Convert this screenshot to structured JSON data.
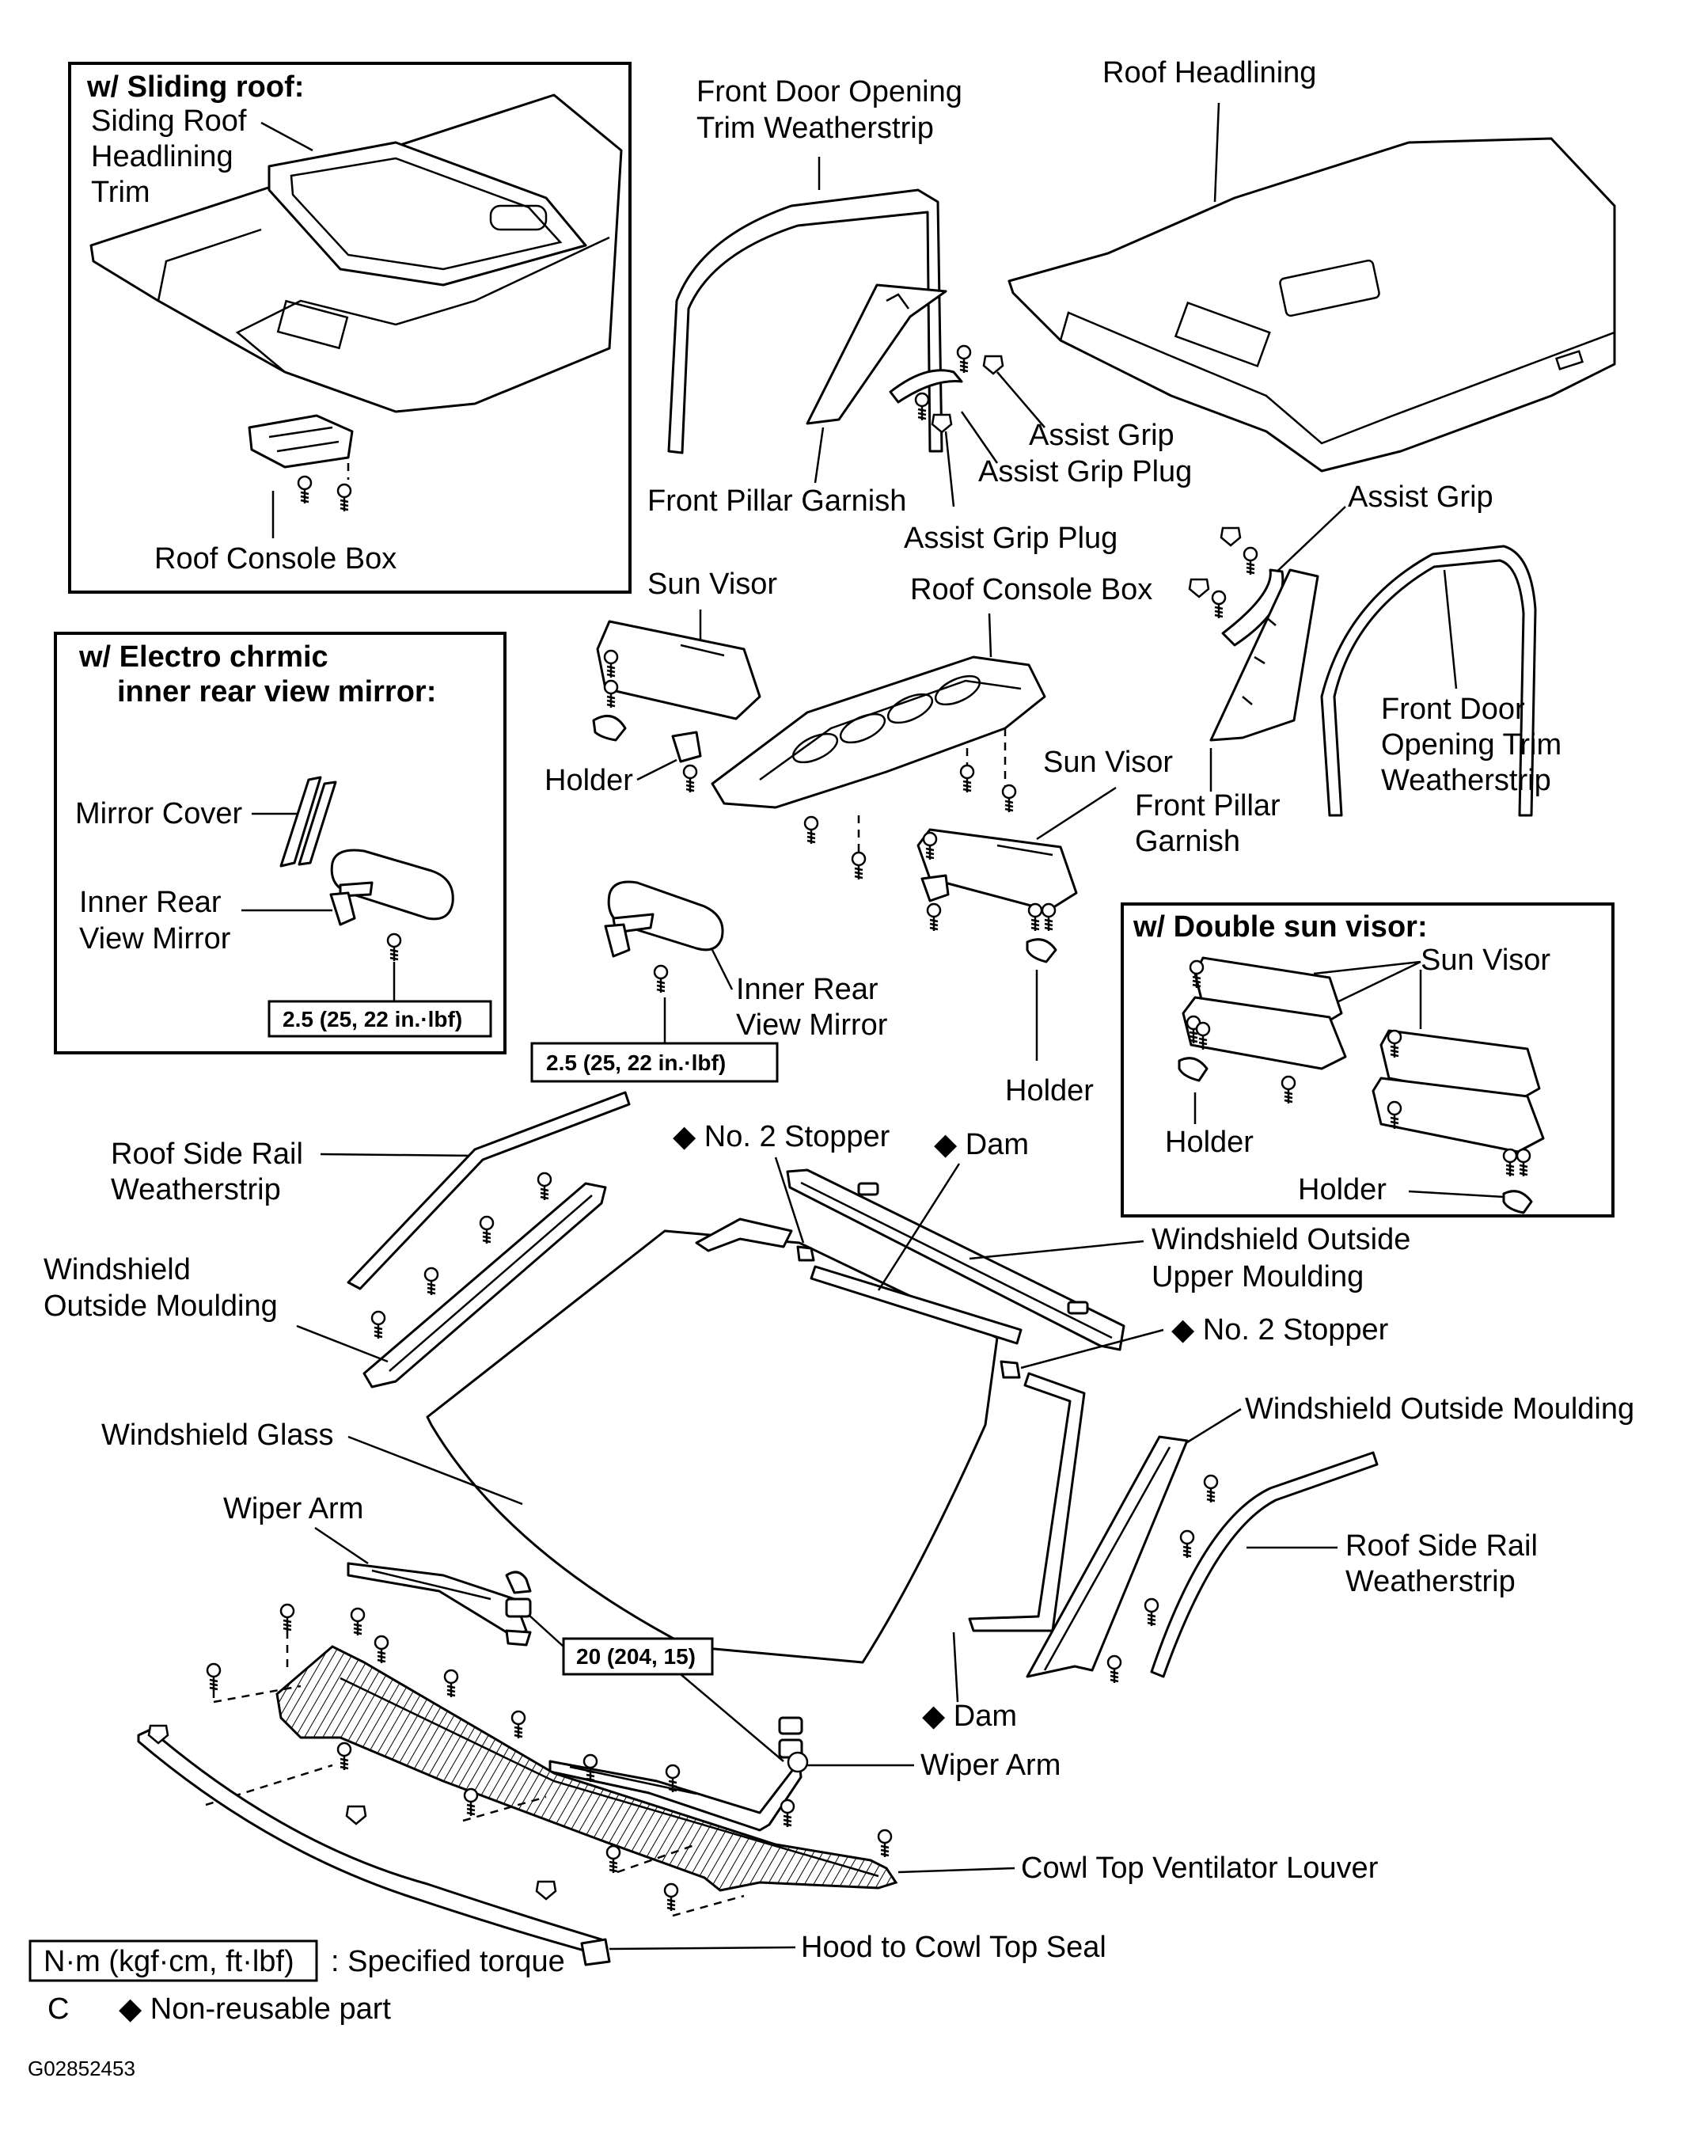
{
  "diagram_code": "G02852453",
  "insets": {
    "sliding_roof": {
      "header": "w/ Sliding roof:",
      "headlining_trim": [
        "Siding Roof",
        "Headlining",
        "Trim"
      ],
      "console_box": "Roof Console Box"
    },
    "electro_mirror": {
      "header": [
        "w/ Electro chrmic",
        "inner rear view mirror:"
      ],
      "mirror_cover": "Mirror Cover",
      "mirror": [
        "Inner Rear",
        "View Mirror"
      ],
      "torque": "2.5 (25, 22 in.·lbf)"
    },
    "double_visor": {
      "header": "w/ Double sun visor:",
      "sun_visor": "Sun Visor",
      "holder_left": "Holder",
      "holder_bottom": "Holder"
    }
  },
  "labels": {
    "front_door_trim_top": [
      "Front Door Opening",
      "Trim Weatherstrip"
    ],
    "roof_headlining": "Roof Headlining",
    "assist_grip_1": "Assist Grip",
    "assist_grip_plug_1": "Assist Grip Plug",
    "front_pillar_garnish_1": "Front Pillar Garnish",
    "assist_grip_plug_2": "Assist Grip Plug",
    "assist_grip_2": "Assist Grip",
    "sun_visor_1": "Sun Visor",
    "roof_console_box": "Roof Console Box",
    "holder_1": "Holder",
    "sun_visor_2": "Sun Visor",
    "front_door_trim_right": [
      "Front Door",
      "Opening Trim",
      "Weatherstrip"
    ],
    "front_pillar_garnish_2": [
      "Front Pillar",
      "Garnish"
    ],
    "inner_mirror": [
      "Inner Rear",
      "View Mirror"
    ],
    "mirror_torque": "2.5 (25, 22 in.·lbf)",
    "holder_2": "Holder",
    "roof_side_rail_1": [
      "Roof Side Rail",
      "Weatherstrip"
    ],
    "stopper_1": "◆ No. 2 Stopper",
    "dam_1": "◆ Dam",
    "upper_moulding": [
      "Windshield Outside",
      "Upper Moulding"
    ],
    "outside_moulding_1": [
      "Windshield",
      "Outside Moulding"
    ],
    "stopper_2": "◆ No. 2 Stopper",
    "windshield_glass": "Windshield Glass",
    "outside_moulding_2": "Windshield Outside Moulding",
    "wiper_arm_1": "Wiper Arm",
    "roof_side_rail_2": [
      "Roof Side Rail",
      "Weatherstrip"
    ],
    "wiper_torque": "20 (204, 15)",
    "dam_2": "◆ Dam",
    "wiper_arm_2": "Wiper Arm",
    "cowl_louver": "Cowl Top Ventilator Louver",
    "hood_seal": "Hood to Cowl Top Seal"
  },
  "legend": {
    "torque_unit": "N·m (kgf·cm, ft·lbf)",
    "torque_desc": ": Specified torque",
    "letter": "C",
    "nonreusable": "◆ Non-reusable part"
  }
}
